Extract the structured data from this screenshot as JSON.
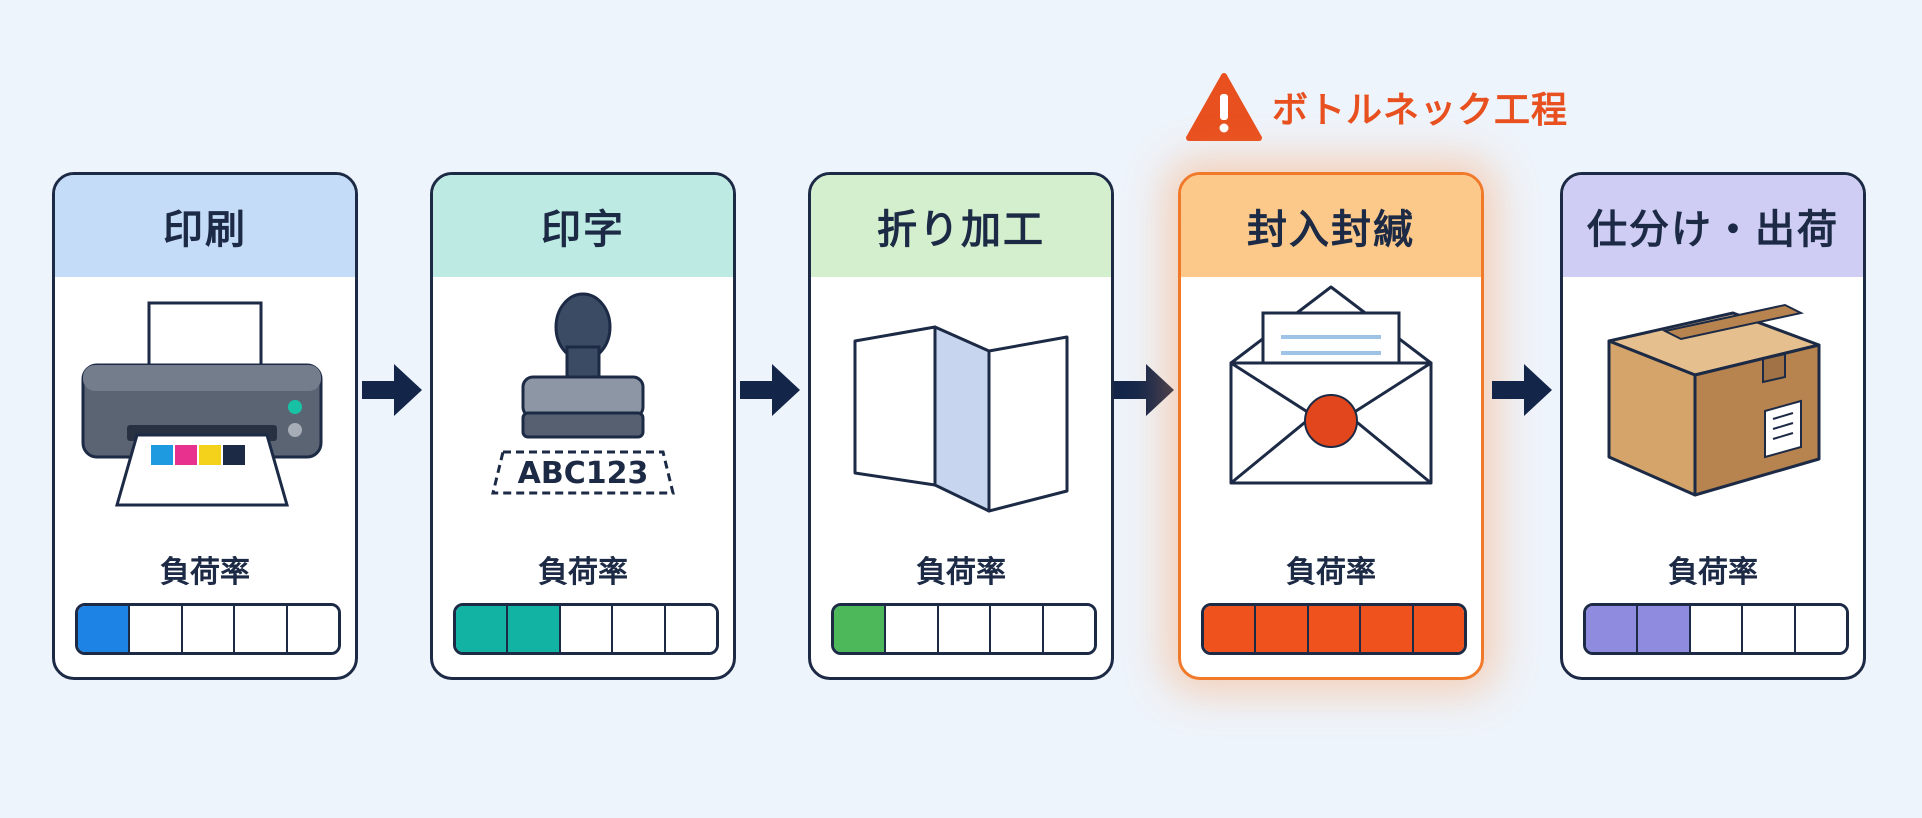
{
  "bottleneck_label": "ボトルネック工程",
  "load_label": "負荷率",
  "segments_total": 5,
  "stages": [
    {
      "title": "印刷",
      "icon": "printer-icon",
      "load_segments": 1,
      "header_bg": "#c4dcf8",
      "fill": "#1d84e6",
      "bottleneck": false
    },
    {
      "title": "印字",
      "icon": "stamp-icon",
      "stamp_text": "ABC123",
      "load_segments": 2,
      "header_bg": "#bdebe4",
      "fill": "#12b3a3",
      "bottleneck": false
    },
    {
      "title": "折り加工",
      "icon": "folded-paper-icon",
      "load_segments": 1,
      "header_bg": "#d3efcd",
      "fill": "#4cb85a",
      "bottleneck": false
    },
    {
      "title": "封入封緘",
      "icon": "envelope-icon",
      "load_segments": 5,
      "header_bg": "#fcc98a",
      "fill": "#f0521e",
      "bottleneck": true
    },
    {
      "title": "仕分け・出荷",
      "icon": "box-icon",
      "load_segments": 2,
      "header_bg": "#cfcdf3",
      "fill": "#8f8cdf",
      "bottleneck": false
    }
  ]
}
